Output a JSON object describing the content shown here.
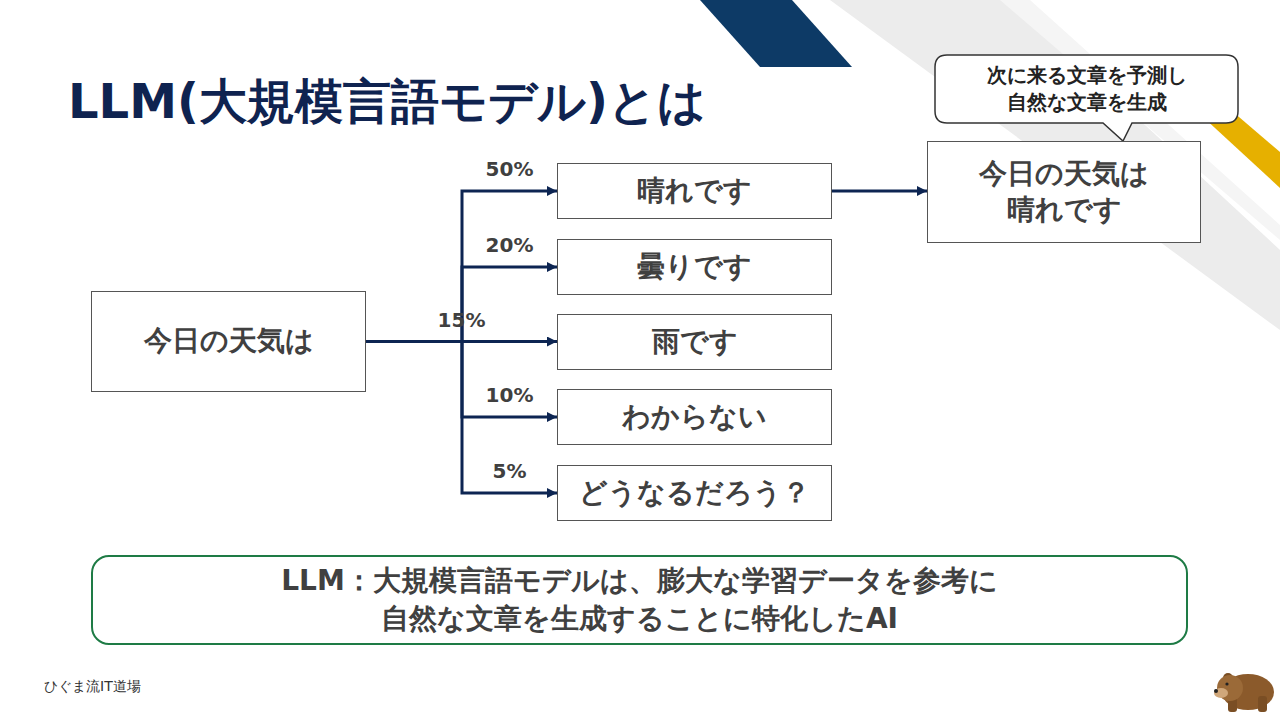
{
  "diagram": {
    "title": "LLM(大規模言語モデル)とは",
    "nodes": [
      {
        "text": [
          "今日の天気は"
        ]
      },
      {
        "text": [
          "晴れです"
        ]
      },
      {
        "text": [
          "曇りです"
        ]
      },
      {
        "text": [
          "雨です"
        ]
      },
      {
        "text": [
          "わからない"
        ]
      },
      {
        "text": [
          "どうなるだろう？"
        ]
      },
      {
        "text": [
          "次に来る文章を予測し 自然な文章を生成"
        ]
      },
      {
        "text": [
          "今日の天気は 晴れです"
        ]
      },
      {
        "text": [
          "LLM：大規模言語モデルは、膨大な学習データを参考に 自然な文章を生成することに特化したAI"
        ]
      }
    ],
    "edges": [
      {
        "from": 0,
        "to": 1,
        "label": "50%",
        "arrow": "to"
      },
      {
        "from": 0,
        "to": 2,
        "label": "20%",
        "arrow": "to"
      },
      {
        "from": 0,
        "to": 3,
        "label": "15%",
        "arrow": "to"
      },
      {
        "from": 0,
        "to": 4,
        "label": "10%",
        "arrow": "to"
      },
      {
        "from": 0,
        "to": 5,
        "label": "5%",
        "arrow": "to"
      },
      {
        "from": 1,
        "to": 7,
        "arrow": "to"
      }
    ],
    "labels": [
      "ひぐま流IT道場"
    ]
  }
}
